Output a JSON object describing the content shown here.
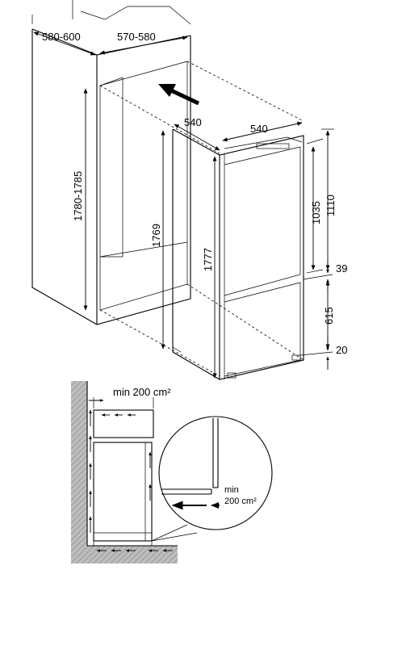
{
  "install_diagram": {
    "niche_depth_label": "580-600",
    "niche_width_label": "570-580",
    "niche_height_label": "1780-1785",
    "appliance_inner_height_label": "1769",
    "appliance_height_label": "1777",
    "appliance_depth_label": "540",
    "appliance_width_label": "540",
    "upper_door_label": "1035",
    "upper_section_label": "1110",
    "gap_label": "39",
    "lower_door_label": "615",
    "bottom_label": "20"
  },
  "ventilation_diagram": {
    "top_vent_label": "min 200 cm²",
    "detail_min_label": "min",
    "detail_area_label": "200 cm²"
  }
}
